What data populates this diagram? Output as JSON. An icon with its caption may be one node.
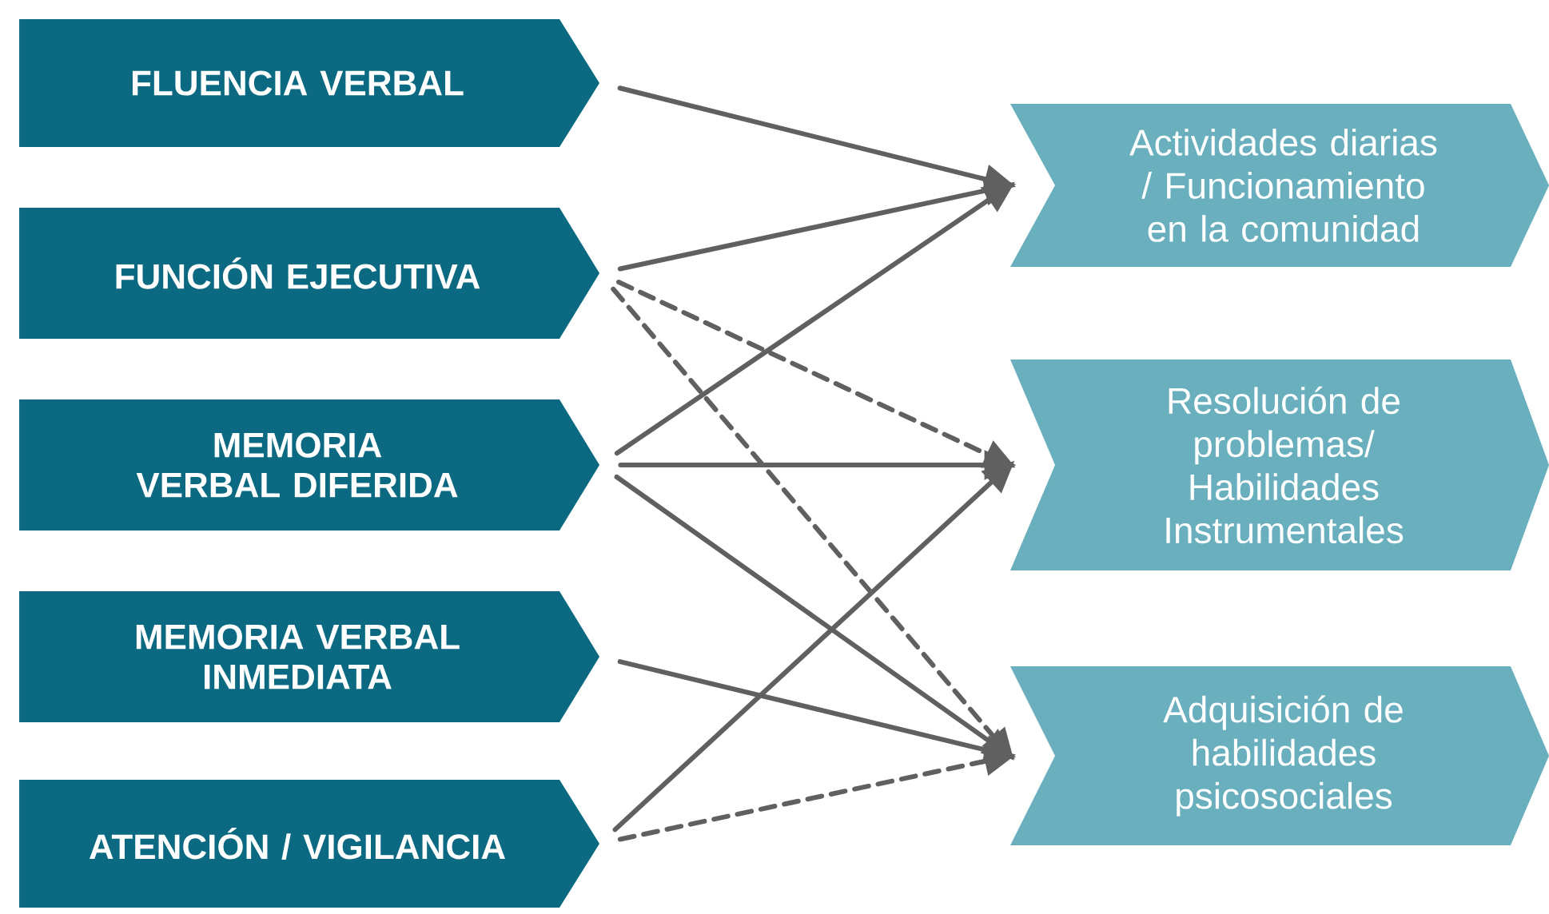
{
  "diagram": {
    "nodes": [
      {
        "text": [
          "FLUENCIA VERBAL"
        ]
      },
      {
        "text": [
          "FUNCIÓN EJECUTIVA"
        ]
      },
      {
        "text": [
          "MEMORIA VERBAL DIFERIDA"
        ]
      },
      {
        "text": [
          "MEMORIA VERBAL INMEDIATA"
        ]
      },
      {
        "text": [
          "ATENCIÓN / VIGILANCIA"
        ]
      },
      {
        "text": [
          "Actividades diarias / Funcionamiento en la comunidad"
        ]
      },
      {
        "text": [
          "Resolución de problemas/ Habilidades Instrumentales"
        ]
      },
      {
        "text": [
          "Adquisición de habilidades psicosociales"
        ]
      }
    ],
    "edges": [
      {
        "from": 0,
        "to": 5,
        "arrow": "to"
      },
      {
        "from": 1,
        "to": 5,
        "arrow": "to"
      },
      {
        "from": 1,
        "to": 6,
        "arrow": "to",
        "style": "dashed"
      },
      {
        "from": 1,
        "to": 7,
        "arrow": "to",
        "style": "dashed"
      },
      {
        "from": 2,
        "to": 5,
        "arrow": "to"
      },
      {
        "from": 2,
        "to": 6,
        "arrow": "to"
      },
      {
        "from": 2,
        "to": 7,
        "arrow": "to"
      },
      {
        "from": 3,
        "to": 7,
        "arrow": "to"
      },
      {
        "from": 4,
        "to": 6,
        "arrow": "to"
      },
      {
        "from": 4,
        "to": 7,
        "arrow": "to",
        "style": "dashed"
      }
    ]
  }
}
